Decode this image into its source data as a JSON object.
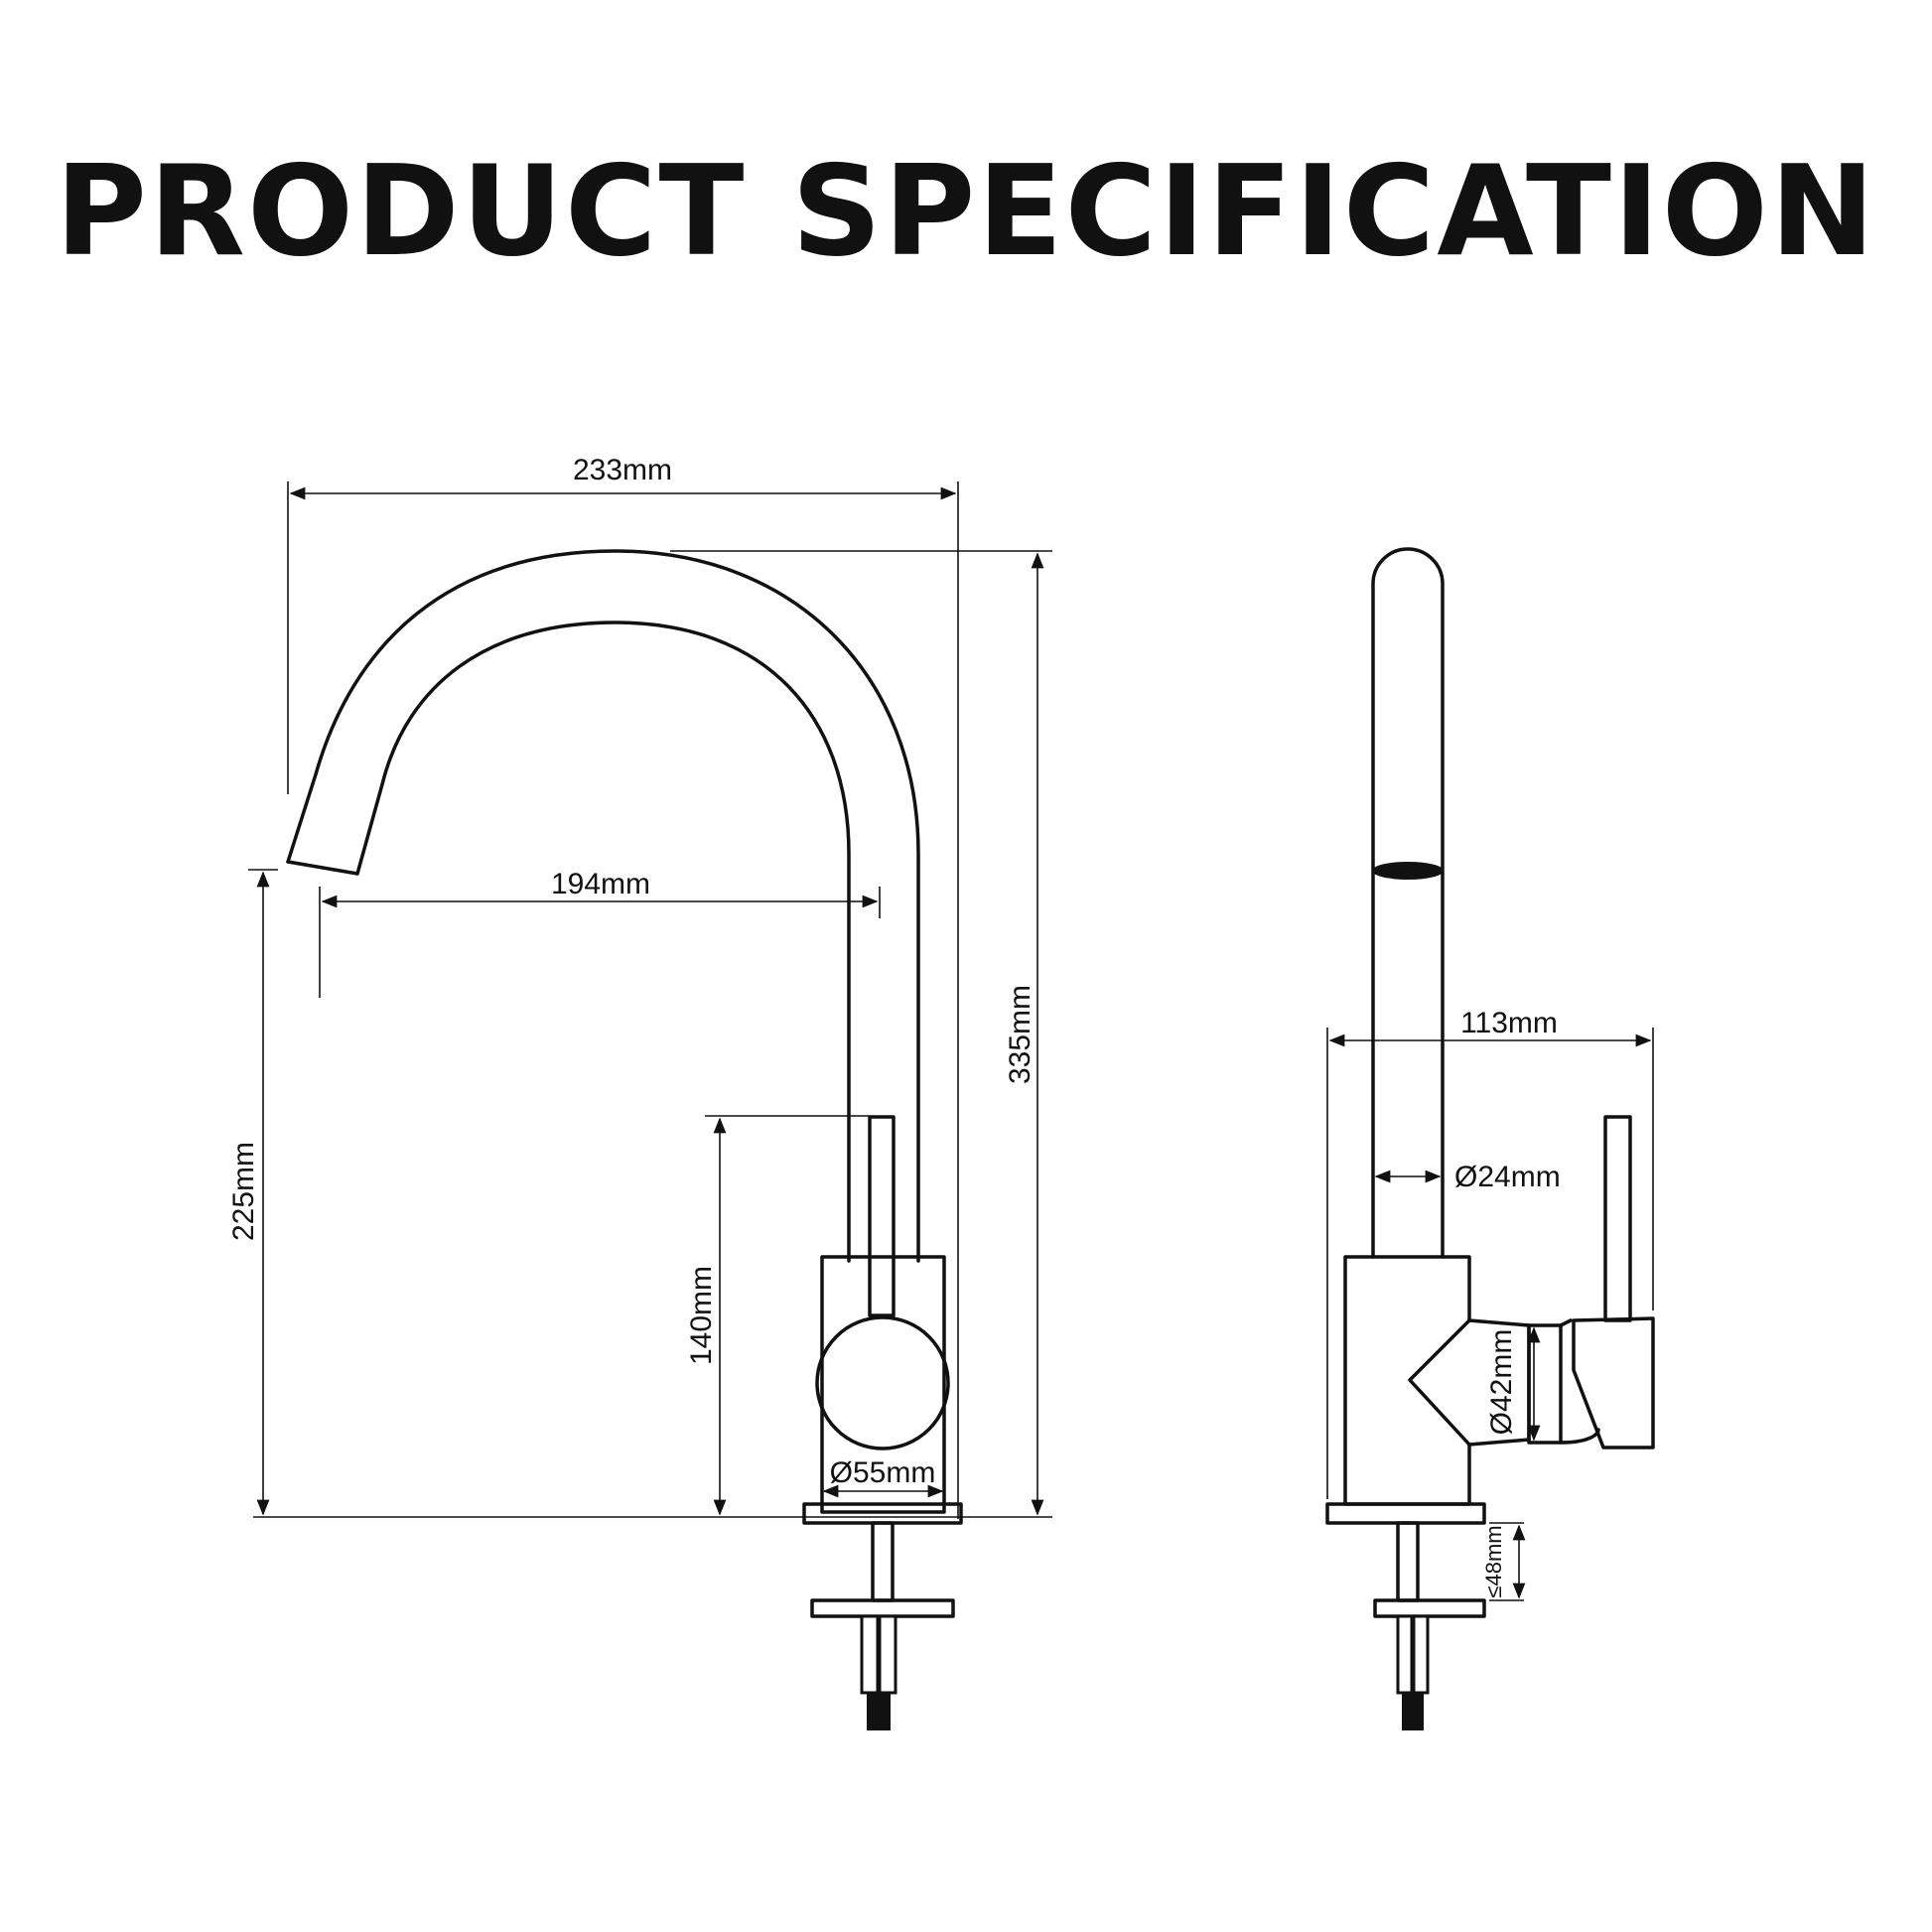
{
  "title": "PRODUCT SPECIFICATION",
  "front_view": {
    "dims": {
      "total_width": "233mm",
      "spout_reach": "194mm",
      "total_height": "335mm",
      "spout_height": "225mm",
      "handle_height": "140mm",
      "base_diameter": "Ø55mm"
    }
  },
  "side_view": {
    "dims": {
      "depth": "113mm",
      "pipe_diameter": "Ø24mm",
      "handle_diameter": "Ø42mm",
      "max_deck_thickness": "≤48mm"
    }
  }
}
